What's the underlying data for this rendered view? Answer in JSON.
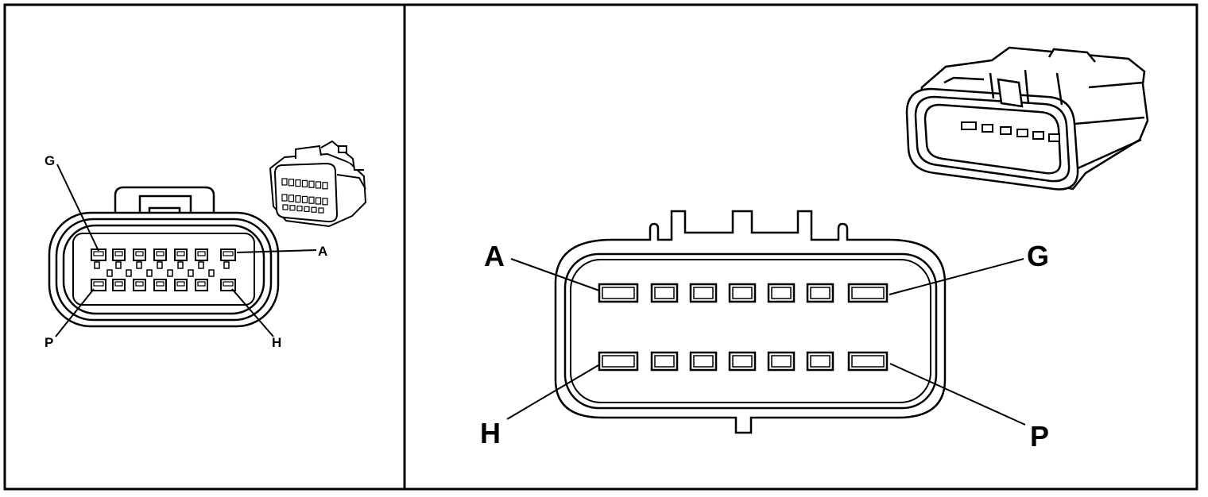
{
  "colors": {
    "stroke": "#000000",
    "background": "#ffffff"
  },
  "left_panel": {
    "labels": {
      "top_left": "G",
      "top_right": "A",
      "bottom_left": "P",
      "bottom_right": "H"
    }
  },
  "right_panel": {
    "labels": {
      "top_left": "A",
      "top_right": "G",
      "bottom_left": "H",
      "bottom_right": "P"
    }
  }
}
